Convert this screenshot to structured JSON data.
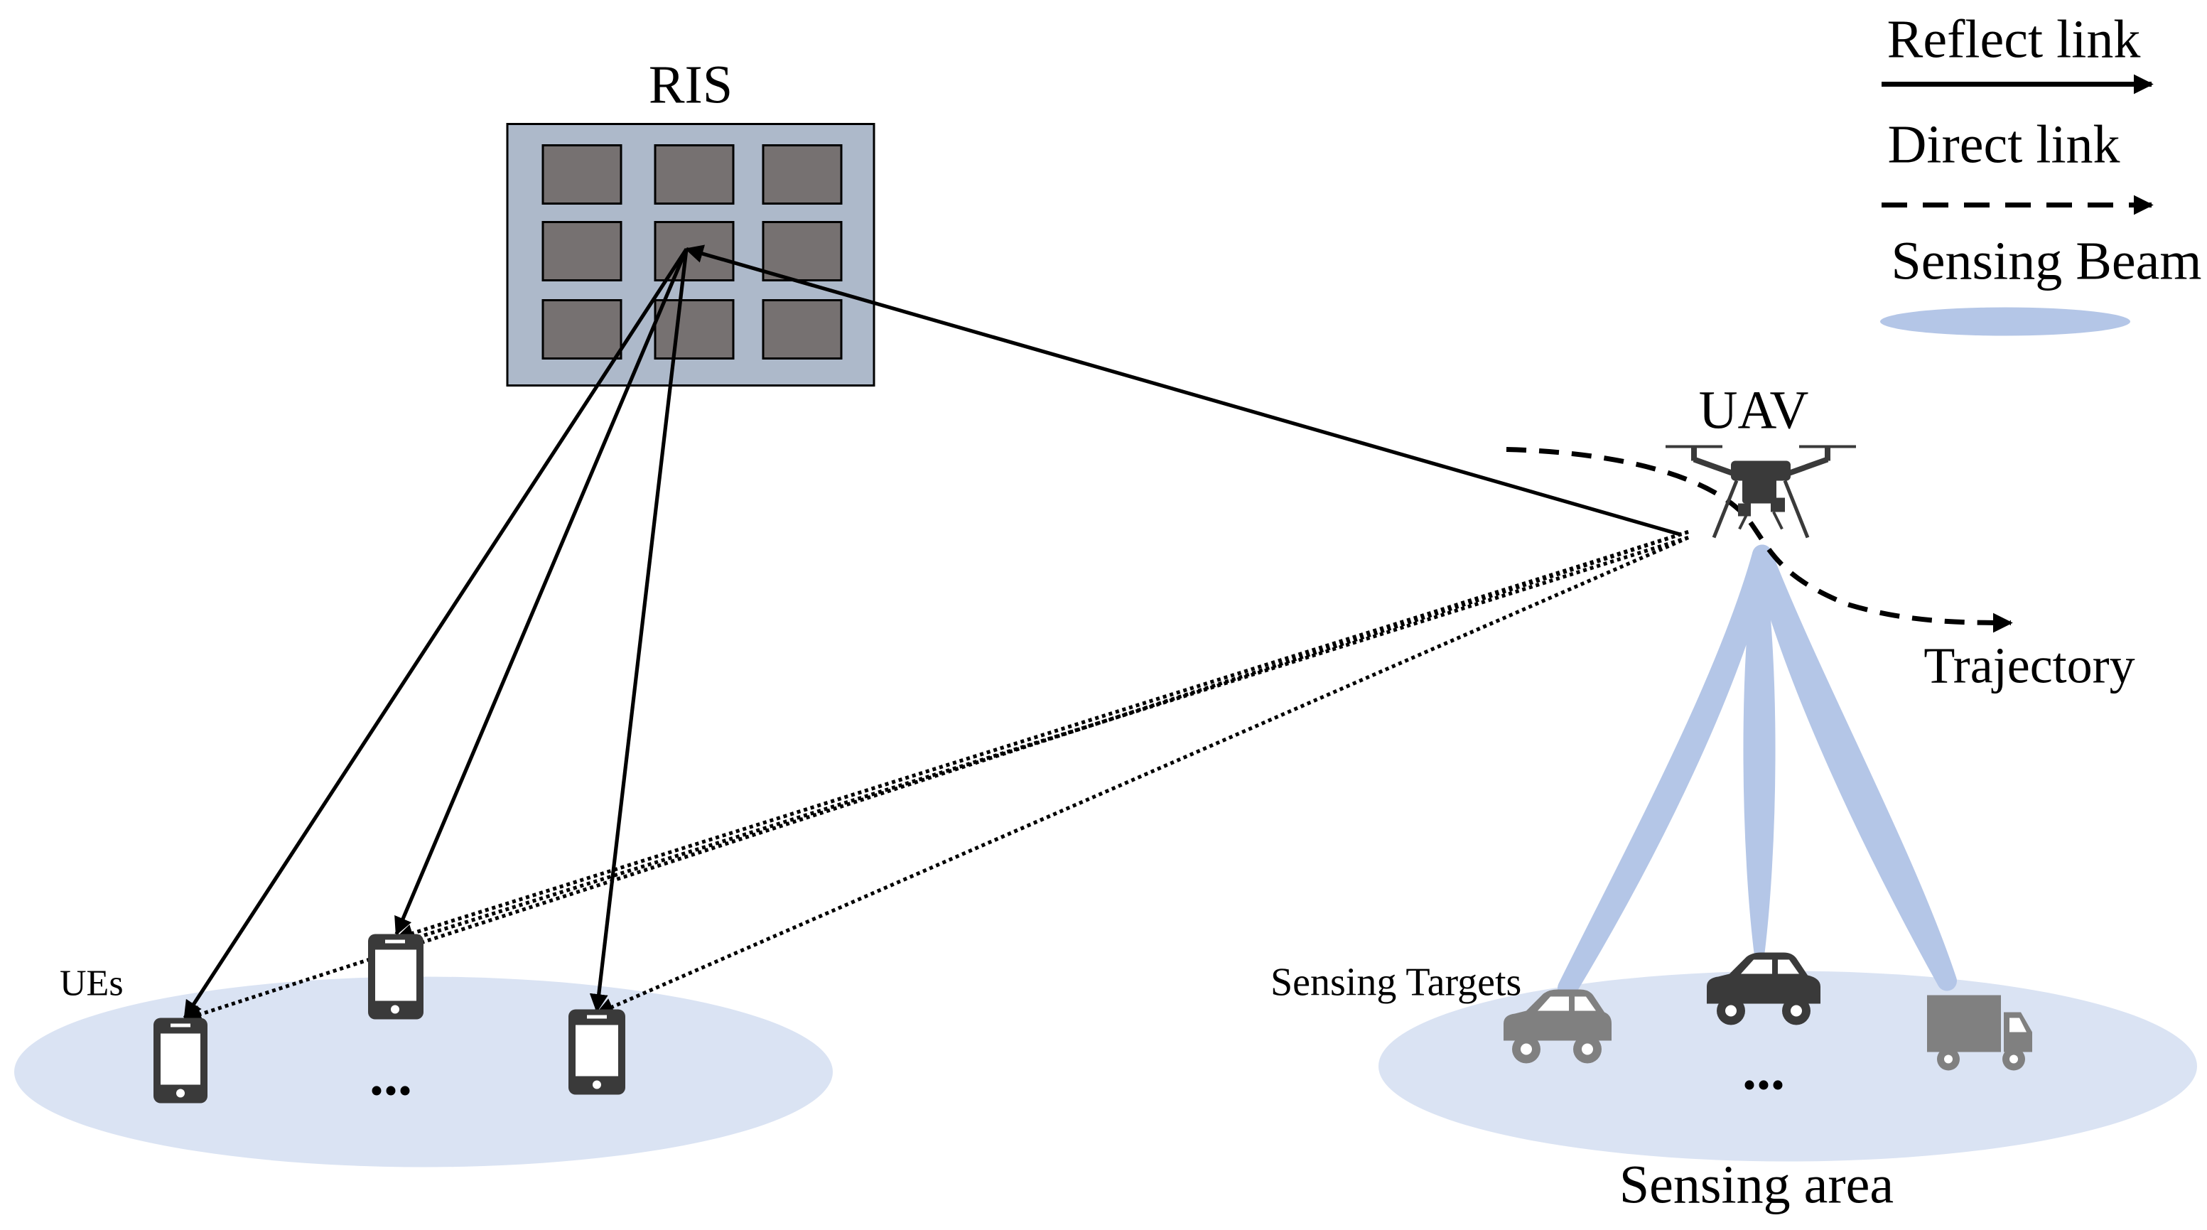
{
  "labels": {
    "ris": "RIS",
    "uav": "UAV",
    "trajectory": "Trajectory",
    "ues": "UEs",
    "sensing_targets": "Sensing Targets",
    "sensing_area": "Sensing area",
    "ue_ellipsis": "...",
    "target_ellipsis": "..."
  },
  "legend": {
    "reflect_link": "Reflect link",
    "direct_link": "Direct link",
    "sensing_beam": "Sensing Beam"
  },
  "colors": {
    "beam": "#b4c6e7",
    "area": "#dae3f3",
    "ris_frame": "#adb9ca",
    "ris_element": "#767171",
    "device": "#3a3a3a",
    "vehicle": "#808080"
  }
}
